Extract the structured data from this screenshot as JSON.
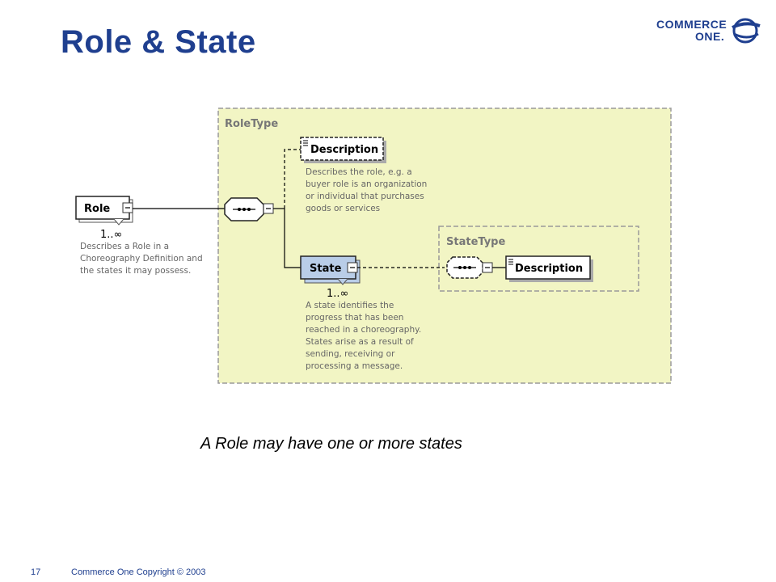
{
  "slide": {
    "title": "Role & State",
    "caption": "A Role may have one or more states",
    "page_number": "17",
    "copyright": "Commerce One Copyright © 2003"
  },
  "logo": {
    "line1": "COMMERCE",
    "line2": "ONE.",
    "icon": "globe-swoosh-icon"
  },
  "diagram": {
    "outer_container_label": "RoleType",
    "inner_container_label": "StateType",
    "role": {
      "label": "Role",
      "cardinality": "1..∞",
      "description": [
        "Describes a Role in a",
        "Choreography Definition and",
        "the states it may possess."
      ]
    },
    "role_description": {
      "label": "Description",
      "description": [
        "Describes the role, e.g. a",
        "buyer role is an organization",
        "or individual that purchases",
        "goods or services"
      ]
    },
    "state": {
      "label": "State",
      "cardinality": "1..∞",
      "description": [
        "A state identifies the",
        "progress that has been",
        "reached in a choreography.",
        "States arise as a result of",
        "sending, receiving or",
        "processing a message."
      ]
    },
    "state_description": {
      "label": "Description"
    },
    "colors": {
      "container_fill": "#f2f5c4",
      "container_border": "#9a9a9a",
      "state_fill": "#b9cde8",
      "title_blue": "#1f3f8f"
    }
  }
}
